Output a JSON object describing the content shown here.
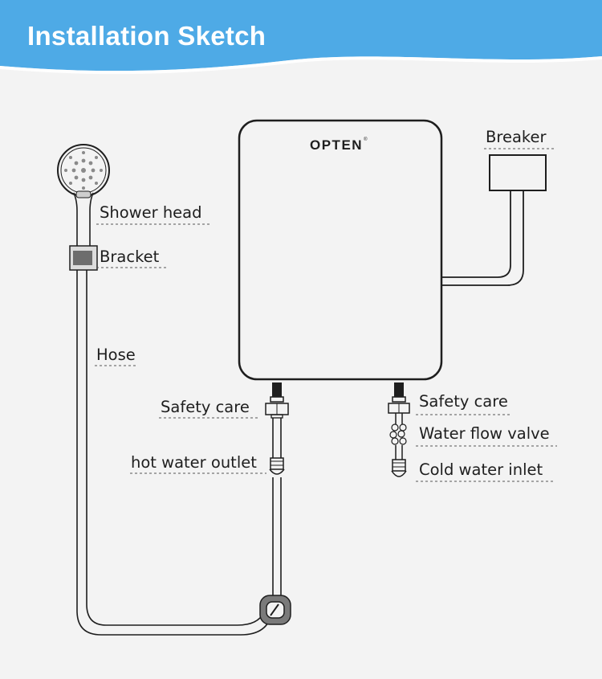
{
  "title": "Installation Sketch",
  "brand": "OPTEN",
  "brand_mark": "®",
  "labels": {
    "breaker": "Breaker",
    "shower_head": "Shower head",
    "bracket": "Bracket",
    "hose": "Hose",
    "safety_care_left": "Safety care",
    "hot_water_outlet": "hot water outlet",
    "safety_care_right": "Safety care",
    "water_flow_valve": "Water flow valve",
    "cold_water_inlet": "Cold water inlet"
  },
  "colors": {
    "header": "#4eaae6",
    "background": "#f3f3f3",
    "line": "#1e1e1e"
  }
}
